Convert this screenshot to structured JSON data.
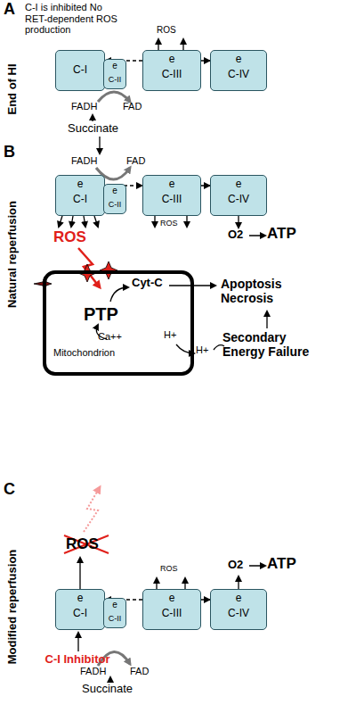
{
  "diagram": {
    "nodes": [
      {
        "text": [
          "C-I"
        ]
      },
      {
        "text": [
          "e",
          "C-II"
        ]
      },
      {
        "text": [
          "e",
          "C-III"
        ]
      },
      {
        "text": [
          "e",
          "C-IV"
        ]
      },
      {
        "text": [
          "e",
          "C-I"
        ]
      },
      {
        "text": [
          "e",
          "C-II"
        ]
      },
      {
        "text": [
          "e",
          "C-III"
        ]
      },
      {
        "text": [
          "e",
          "C-IV"
        ]
      },
      {
        "text": [
          "PTP",
          "Ca++",
          "Mitochondrion",
          "H+"
        ]
      },
      {
        "text": [
          "e",
          "C-I"
        ]
      },
      {
        "text": [
          "e",
          "C-II"
        ]
      },
      {
        "text": [
          "e",
          "C-III"
        ]
      },
      {
        "text": [
          "e",
          "C-IV"
        ]
      }
    ],
    "edges": [
      {
        "from": 2,
        "to": 0,
        "arrow": "to"
      },
      {
        "from": 2,
        "to": 3,
        "arrow": "to"
      },
      {
        "from": 4,
        "to": 6,
        "arrow": "to"
      },
      {
        "from": 6,
        "to": 7,
        "arrow": "to"
      },
      {
        "from": 11,
        "to": 9,
        "arrow": "to"
      },
      {
        "from": 11,
        "to": 12,
        "arrow": "to"
      }
    ],
    "labels": [
      "A",
      "End of HI",
      "C-I is inhibited No RET-dependent ROS production",
      "ROS",
      "FADH",
      "FAD",
      "Succinate",
      "B",
      "Natural reperfusion",
      "FADH",
      "FAD",
      "ROS",
      "ROS",
      "O2",
      "ATP",
      "Cyt-C",
      "Apoptosis Necrosis",
      "H+",
      "Secondary Energy Failure",
      "C",
      "Modified reperfusion",
      "ROS",
      "ROS",
      "O2",
      "ATP",
      "C-I Inhibitor",
      "FADH",
      "FAD",
      "Succinate"
    ]
  }
}
